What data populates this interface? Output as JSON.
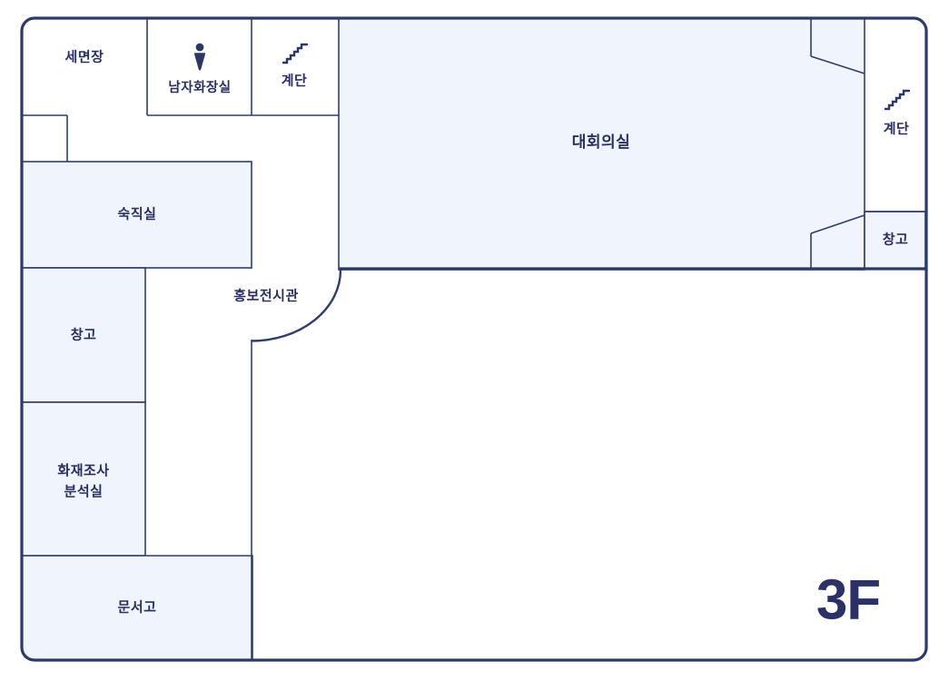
{
  "floor_badge": {
    "label": "3F"
  },
  "colors": {
    "wall": "#2b3a66",
    "thin_wall": "#2e3d6d",
    "room_fill": "#f0f4fc",
    "white_room_fill": "#ffffff",
    "text": "#272f63",
    "badge_text": "#2b3166"
  },
  "rooms": {
    "semyeonjang": {
      "label": "세면장"
    },
    "namja_hwajangsil": {
      "label": "남자화장실",
      "icon": "male-person-icon"
    },
    "gyedan_top": {
      "label": "계단",
      "icon": "stairs-icon"
    },
    "daehoe_uisil": {
      "label": "대회의실"
    },
    "gyedan_right": {
      "label": "계단",
      "icon": "stairs-icon"
    },
    "changgo_right": {
      "label": "창고"
    },
    "sukjiksil": {
      "label": "숙직실"
    },
    "hongbo_jeonsigwan": {
      "label": "홍보전시관"
    },
    "changgo_left": {
      "label": "창고"
    },
    "hwajae_josa": {
      "label_line1": "화재조사",
      "label_line2": "분석실"
    },
    "munseogo": {
      "label": "문서고"
    }
  }
}
